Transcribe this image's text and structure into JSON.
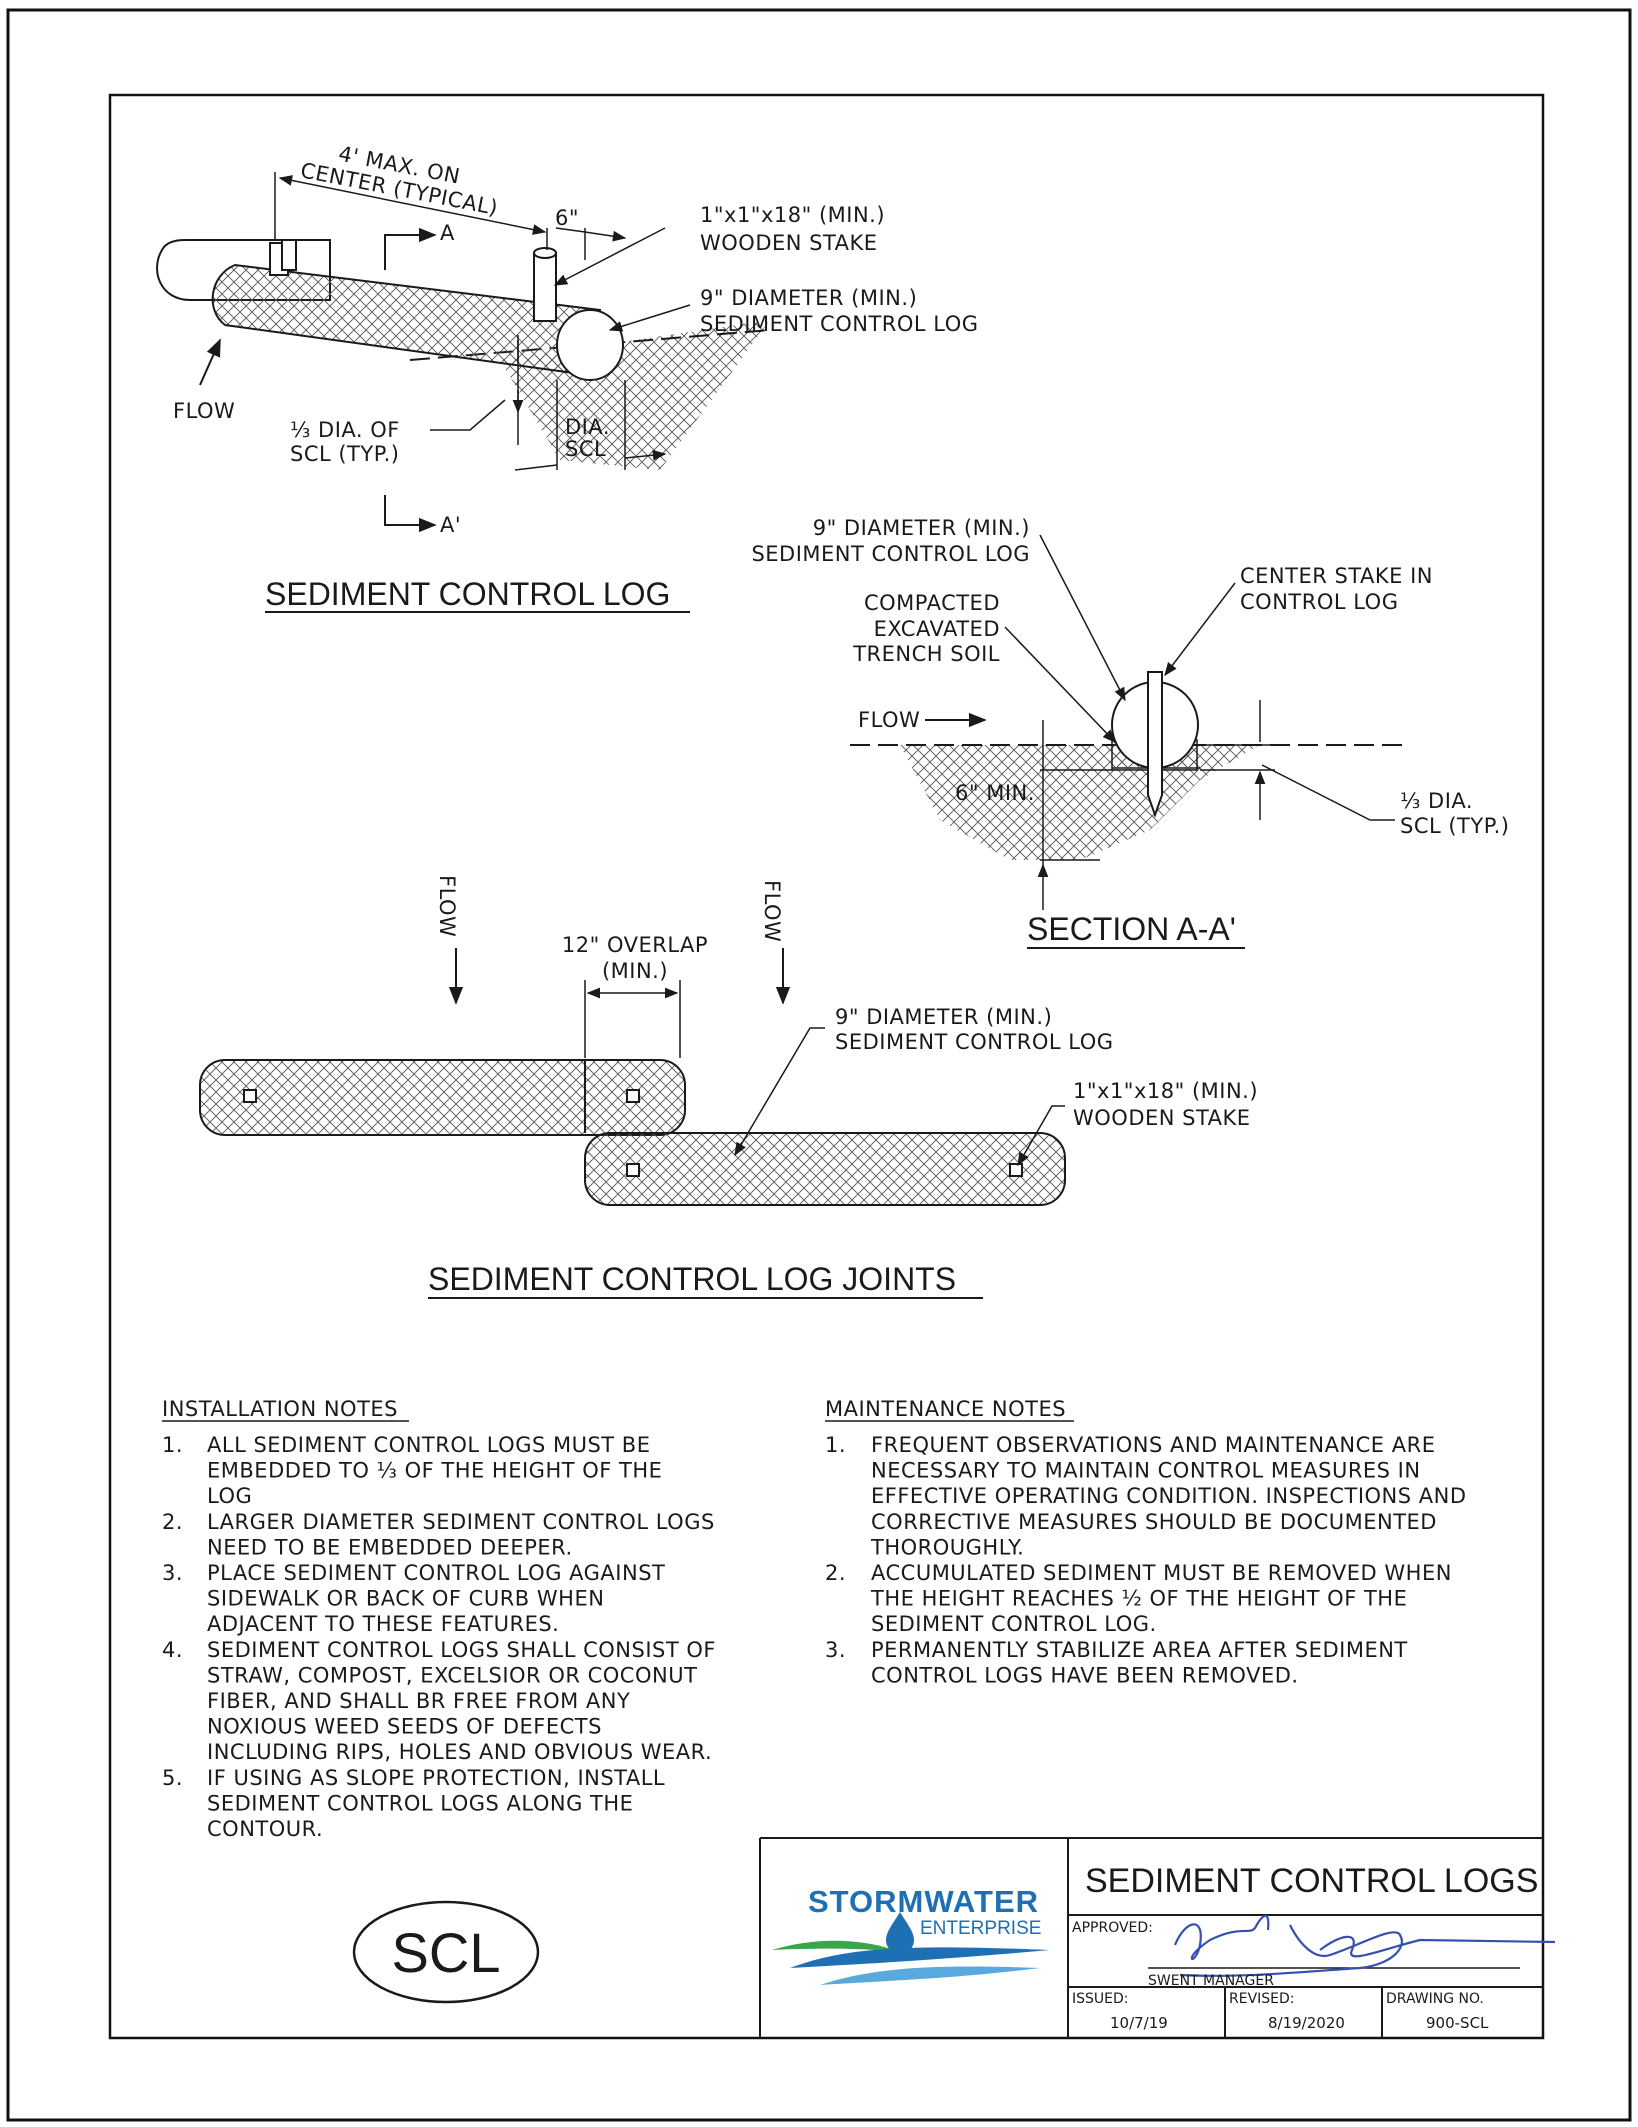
{
  "detail1": {
    "title": "SEDIMENT CONTROL LOG",
    "spacing_line1": "4' MAX. ON",
    "spacing_line2": "CENTER (TYPICAL)",
    "stake_offset": "6\"",
    "stake_line1": "1\"x1\"x18\" (MIN.)",
    "stake_line2": "WOODEN STAKE",
    "log_line1": "9\" DIAMETER (MIN.)",
    "log_line2": "SEDIMENT CONTROL LOG",
    "flow": "FLOW",
    "embed_line1": "⅓ DIA. OF",
    "embed_line2": "SCL (TYP.)",
    "dia_line1": "DIA.",
    "dia_line2": "SCL",
    "section_a": "A",
    "section_a_prime": "A'"
  },
  "detail2": {
    "title": "SECTION A-A'",
    "log_line1": "9\" DIAMETER (MIN.)",
    "log_line2": "SEDIMENT CONTROL LOG",
    "stake_line1": "CENTER STAKE IN",
    "stake_line2": "CONTROL LOG",
    "soil_line1": "COMPACTED",
    "soil_line2": "EXCAVATED",
    "soil_line3": "TRENCH SOIL",
    "flow": "FLOW",
    "depth": "6\" MIN.",
    "embed_line1": "⅓ DIA.",
    "embed_line2": "SCL (TYP.)"
  },
  "detail3": {
    "title": "SEDIMENT CONTROL LOG JOINTS",
    "flow_left": "FLOW",
    "flow_right": "FLOW",
    "overlap_line1": "12\" OVERLAP",
    "overlap_line2": "(MIN.)",
    "log_line1": "9\" DIAMETER (MIN.)",
    "log_line2": "SEDIMENT CONTROL LOG",
    "stake_line1": "1\"x1\"x18\" (MIN.)",
    "stake_line2": "WOODEN STAKE"
  },
  "installation": {
    "heading": "INSTALLATION NOTES",
    "lines": [
      {
        "num": "1.",
        "text": "ALL SEDIMENT CONTROL LOGS MUST BE"
      },
      {
        "num": "",
        "text": "EMBEDDED TO ⅓ OF THE HEIGHT OF THE"
      },
      {
        "num": "",
        "text": "LOG"
      },
      {
        "num": "2.",
        "text": "LARGER DIAMETER SEDIMENT CONTROL LOGS"
      },
      {
        "num": "",
        "text": "NEED TO BE EMBEDDED DEEPER."
      },
      {
        "num": "3.",
        "text": "PLACE SEDIMENT CONTROL LOG AGAINST"
      },
      {
        "num": "",
        "text": "SIDEWALK OR BACK OF CURB WHEN"
      },
      {
        "num": "",
        "text": "ADJACENT TO THESE FEATURES."
      },
      {
        "num": "4.",
        "text": "SEDIMENT CONTROL LOGS SHALL CONSIST OF"
      },
      {
        "num": "",
        "text": "STRAW, COMPOST, EXCELSIOR OR COCONUT"
      },
      {
        "num": "",
        "text": "FIBER, AND SHALL BR FREE FROM ANY"
      },
      {
        "num": "",
        "text": "NOXIOUS WEED SEEDS OF DEFECTS"
      },
      {
        "num": "",
        "text": "INCLUDING RIPS, HOLES AND OBVIOUS WEAR."
      },
      {
        "num": "5.",
        "text": "IF USING AS SLOPE PROTECTION, INSTALL"
      },
      {
        "num": "",
        "text": "SEDIMENT CONTROL LOGS ALONG THE"
      },
      {
        "num": "",
        "text": "CONTOUR."
      }
    ]
  },
  "maintenance": {
    "heading": "MAINTENANCE NOTES",
    "lines": [
      {
        "num": "1.",
        "text": "FREQUENT OBSERVATIONS AND MAINTENANCE ARE"
      },
      {
        "num": "",
        "text": "NECESSARY TO MAINTAIN CONTROL MEASURES IN"
      },
      {
        "num": "",
        "text": "EFFECTIVE OPERATING CONDITION. INSPECTIONS AND"
      },
      {
        "num": "",
        "text": "CORRECTIVE MEASURES SHOULD BE DOCUMENTED"
      },
      {
        "num": "",
        "text": "THOROUGHLY."
      },
      {
        "num": "2.",
        "text": "ACCUMULATED SEDIMENT MUST BE REMOVED WHEN"
      },
      {
        "num": "",
        "text": "THE HEIGHT REACHES ½ OF THE HEIGHT OF THE"
      },
      {
        "num": "",
        "text": "SEDIMENT CONTROL LOG."
      },
      {
        "num": "3.",
        "text": "PERMANENTLY STABILIZE AREA AFTER SEDIMENT"
      },
      {
        "num": "",
        "text": "CONTROL LOGS HAVE BEEN REMOVED."
      }
    ]
  },
  "badge": "SCL",
  "logo": {
    "line1": "STORMWATER",
    "line2": "ENTERPRISE",
    "blue": "#1f6fb5",
    "green": "#3aa54a"
  },
  "title_block": {
    "title": "SEDIMENT CONTROL LOGS",
    "approved_label": "APPROVED:",
    "manager": "SWENT MANAGER",
    "issued_label": "ISSUED:",
    "issued": "10/7/19",
    "revised_label": "REVISED:",
    "revised": "8/19/2020",
    "drawing_label": "DRAWING NO.",
    "drawing_no": "900-SCL"
  },
  "colors": {
    "ink": "#1a1a1a",
    "signature": "#3550b0"
  }
}
